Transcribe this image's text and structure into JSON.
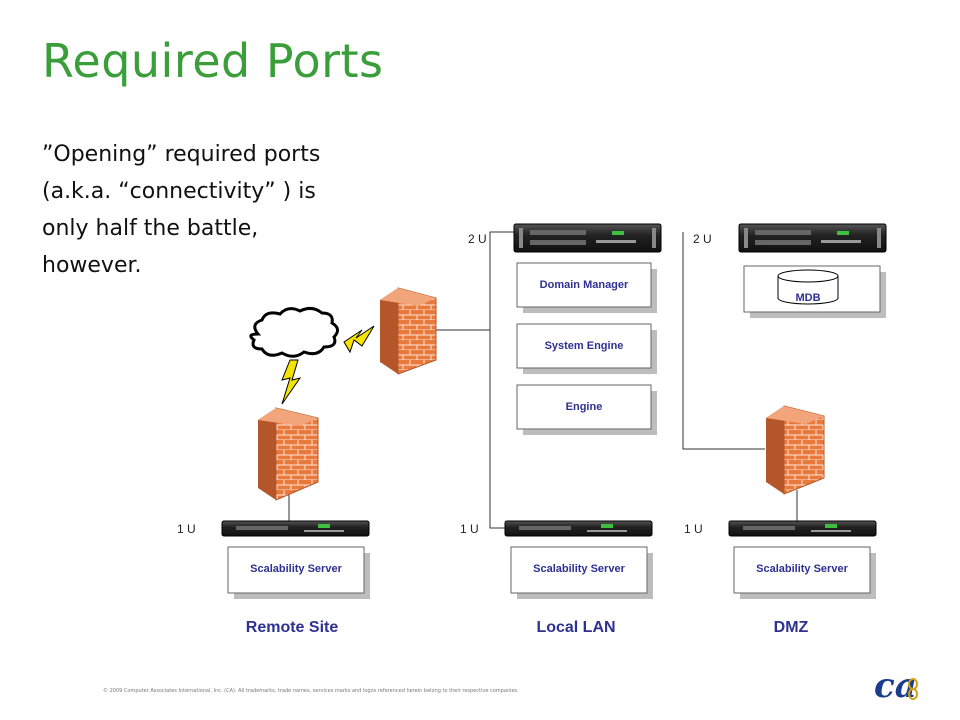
{
  "slide": {
    "title": "Required Ports",
    "body_lines": [
      "”Opening” required ports",
      "(a.k.a. “connectivity” ) is",
      "only half the battle,",
      "however."
    ]
  },
  "diagram": {
    "rack_units": {
      "top_left": "2 U",
      "top_right": "2 U",
      "remote": "1 U",
      "local": "1 U",
      "dmz": "1 U"
    },
    "boxes": {
      "domain_manager": "Domain Manager",
      "system_engine": "System Engine",
      "engine": "Engine",
      "mdb": "MDB",
      "scalability_remote": "Scalability Server",
      "scalability_local": "Scalability Server",
      "scalability_dmz": "Scalability Server"
    },
    "site_labels": {
      "remote": "Remote Site",
      "local": "Local LAN",
      "dmz": "DMZ"
    }
  },
  "footer": {
    "copyright": "© 2009 Computer Associates International, Inc. (CA). All trademarks, trade names, services marks and logos referenced herein belong to their respective companies."
  },
  "logo": {
    "text": "ca"
  },
  "colors": {
    "title": "#3a9e3a",
    "site_label": "#2e3192",
    "firewall": "#e8773a",
    "lightning": "#f5e400"
  }
}
